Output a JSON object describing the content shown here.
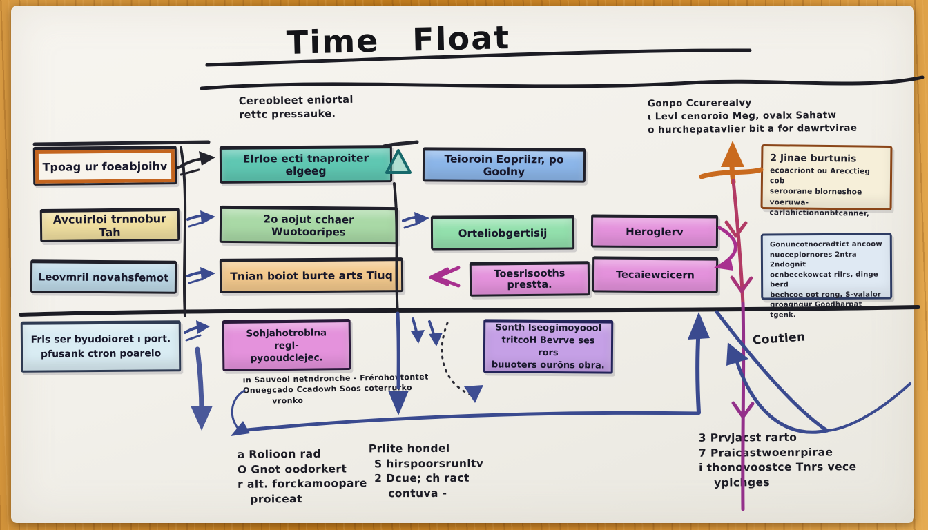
{
  "palette": {
    "wood": "#c8862c",
    "paper": "#f2f0ea",
    "ink": "#1f1f28",
    "navy": "#3a4a8f",
    "magenta": "#a8308f",
    "crimson": "#b23a64",
    "orange_arrow": "#c96a1e",
    "plan_fill": "#f8f4ec",
    "teal_fill": "#5fc7b2",
    "blue_fill": "#8cb6e9",
    "yellow_fill": "#f0dfa0",
    "green_fill": "#a9d9a6",
    "green2_fill": "#93e0ad",
    "pink_fill": "#e492dc",
    "peach_fill": "#f3c98d",
    "lightblue_fill": "#bdd9e7",
    "paleblue_fill": "#d9ecf3",
    "purple_fill": "#c5a0e6"
  },
  "title": "Time Float",
  "notes": {
    "top_left": {
      "line1": "Cereobleet eniortal",
      "line2": "rettc pressauke."
    },
    "top_right": {
      "line1": "Gonpo Ccurerealvy",
      "line2": "ι Levl cenoroio Meg, ovalx Sahatw",
      "line3": "o hurchepatavlier bit a for dawrtvirae"
    },
    "under_pink": {
      "line1": "ın Sauveol netndronche - Frérohovtontet",
      "line2": "Onuegcado Ccadowh Soos coterrurko",
      "line3": "vronko"
    },
    "coutien": "Coutien"
  },
  "boxes": {
    "b1": "Tpoag ur foeabjoihv",
    "b2": "Elrloe ecti tnaproiter elgeeg",
    "b3": "Teioroin Eopriizr, po Goolny",
    "b4": "Avcuirloi trnnobur Tah",
    "b5": "2o aojut cchaer Wuotooripes",
    "b6": "Orteliobgertisij",
    "b7": "Heroglerv",
    "b8": "Leovmril novahsfemot",
    "b9": "Tnian boiot burte arts Tiuq",
    "b10": "Toesrisooths prestta.",
    "b11": "Tecaiewcicern",
    "b14": {
      "line1": "Fris ser byudoioret ı port.",
      "line2": "pfusank ctron poarelo"
    },
    "b15": {
      "line1": "Sohjahotroblna",
      "line2": "regl-",
      "line3": "pyooudclejec."
    },
    "b16": {
      "line1": "Sonth Iseogimoyoool",
      "line2": "tritcoH Bevrve ses rors",
      "line3": "buuoters ourōns obra."
    }
  },
  "sticky_notes": {
    "cream": {
      "title": "2 Jinae burtunis",
      "line1": "ecoacriont ou Arecctieg cob",
      "line2": "seroorane blorneshoe voeruwa-",
      "line3": "carlahictiononbtcanner,"
    },
    "blue": {
      "line1": "Gonuncotnocradtict ancoow",
      "line2": "nuocepiornores 2ntra 2ndognit",
      "line3": "ocnbecekowcat rilrs, dinge berd",
      "line4": "bechcoe oot rong, S-valalor",
      "line5": "groagngur Goodharpat tgenk."
    }
  },
  "lists": {
    "bottom_left": {
      "line1": "a Rolioon rad",
      "line2": "O Gnot oodorkert",
      "line3": "r alt. forckamoopare",
      "line4": "proiceat"
    },
    "bottom_mid": {
      "line1": "Prlite hondel",
      "line2": "S hirspoorsrunltv",
      "line3": "2 Dcue; ch ract",
      "line4": "contuva -"
    },
    "bottom_right": {
      "line1": "3 Prvjacst rarto",
      "line2": "7 Praicastwoenrpirae",
      "line3": "i thonovoostce Tnrs vece",
      "line4": "ypichges"
    }
  }
}
